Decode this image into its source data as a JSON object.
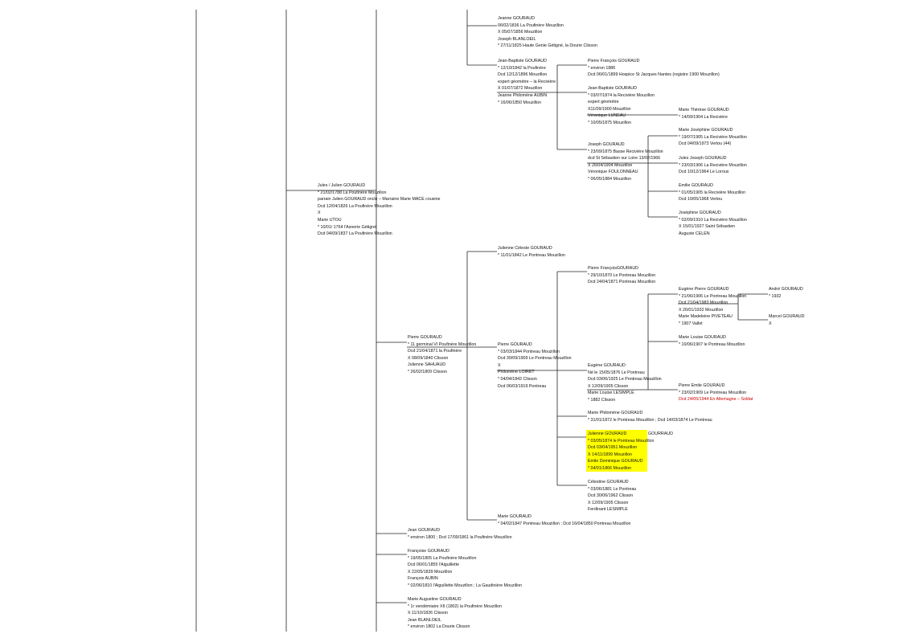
{
  "colors": {
    "line": "#222222",
    "highlight": "#ffff00",
    "death_red": "#cc0000",
    "text": "#111111"
  },
  "nodes": {
    "jeanne_1": [
      "Jeanne GOURAUD",
      "06/02/1836 La Poufinère Mouzillon",
      "X 05/07/1856 Mouzillon",
      "Joseph BLANLOEIL",
      "* 27/11/1825 Haute Genie Gétigné, la Dourie Clisson"
    ],
    "jean_baptiste_1": [
      "Jean-Baptiste GOURAUD",
      "* 12/10/1842 la Poufinère",
      "Dcd 12/12/1896 Mouzillon",
      "expert géomètre – la Recivière",
      "X 01/07/1872 Mouzillon",
      "Jeanne Philomène AUBIN",
      "* 16/06/1850 Mouzillon"
    ],
    "pierre_francois_1": [
      "Pierre François GOURAUD",
      "* environ 1886",
      "Dcd 06/01/1899 Hospice St Jacques Nantes (registre 1900 Mouzillon)"
    ],
    "jean_baptiste_2": [
      "Jean-Baptiste GOURAUD",
      "* 03/07/1874 la Recivière Mouzillon",
      "expert géomètre",
      "X11/09/1900 Mouzillon",
      "Véronique LUNEAU",
      "* 10/05/1875 Mouzillon"
    ],
    "marie_therese": [
      "Marie Thérèse GOURAUD",
      "* 14/09/1904 La Recivière"
    ],
    "joseph_1": [
      "Joseph GOURAUD",
      "* 23/09/1875 Basse Recivière Mouzillon",
      "dcd St Sébastien sur Loire 13/02/1966",
      "X 26/04/1904 Mouzillon",
      "Véronique FOULONNEAU",
      "* 06/05/1884 Mouzillon"
    ],
    "marie_josephine": [
      "Marie Joséphine GOURAUD",
      "* 19/07/1905 La Recivière Mouzillon",
      "Dcd 04/09/1973 Vertou (44)"
    ],
    "jules_joseph": [
      "Jules Joseph GOURAUD",
      "* 23/03/1906 La Recivière Mouzillon",
      "Dcd 10/12/1964 Le Loroux"
    ],
    "emilie": [
      "Emilie GOURAUD",
      "* 01/05/1905 la Recivière Mouzillon",
      "Dcd 10/05/1968 Vertou"
    ],
    "josephine": [
      "Joséphine GOURAUD",
      "* 02/09/1910 La Recivière Mouzillon",
      "X 15/01/1927 Saint Sébastien",
      "Auguste CELEN"
    ],
    "jules_julien": [
      "Jules  / Julien GOURAUD",
      "* 21/02/1788 La Poufinère Mouzillon",
      "parrain Julien GOURAUD oncle – Marraine Marie MACE cousine",
      "Dcd  12/04/1826 La Poufinère Mouzillon",
      "X",
      "Marie UTOU",
      "* 10/01/ 1764 l'Asnerie Gétigné",
      "Dcd 04/09/1837 La Poufinère Mouzillon"
    ],
    "julienne_celeste": [
      "Julienne Céleste GOURAUD",
      "* 11/01/1842 Le Pontreau Mouzillon"
    ],
    "pierre_francois_2": [
      "Pierre FrançoisGOURAUD",
      "* 29/10/1870 Le Pontreau Mouzillon",
      "Dcd 24/04/1871 Pontreau Mouzillon"
    ],
    "eugene_pierre": [
      "Eugène Pierre GOURAUD",
      "* 21/06/1906 Le Pontreau Mouzillon",
      "Dcd 21/04/1983 Mouzillon",
      "X 26/01/1932 Mouzillon",
      "Marie Madeleine PIVETEAU",
      "* 1907 Vallet"
    ],
    "andre": [
      "André GOURAUD",
      "* 1932"
    ],
    "marcel": [
      "Marcel GOURAUD",
      "X"
    ],
    "marie_louise": [
      "Marie Louise GOURAUD",
      "* 10/06/1907 le Pontreau Mouzillon"
    ],
    "pierre_gen": [
      "Pierre GOURAUD",
      "* 11 germinal VI Poufinère Mouzillon",
      "Dcd 21/04/1871 la Poufinère",
      "X 08/09/1840 Clisson",
      "Julienne SAHUAUD",
      "* 26/02/1809 Clisson"
    ],
    "pierre_2": [
      "Pierre GOURAUD",
      "* 03/03/1844 Pontreau Mouzillon",
      "Dcd 30/09/1909 Le Pontreau Mouzillon",
      "X",
      "Philomène LOIRET",
      "* 04/04/1842 Clisson",
      "Dcd 06/03/1919 Pontreau"
    ],
    "eugene": [
      "Eugène GOURAUD",
      "Né le 15/05/1876 Le Pontreau",
      "Dcd 03/06/1925  Le Pontreau Mouzillon",
      "X 12/09/1905 Clisson",
      "Marie Louise LESIMPLE",
      "* 1882 Clisson"
    ],
    "pierre_emile": [
      "Pierre Emile GOURAUD",
      "* 23/02/1909 Le Pontreau Mouzillon"
    ],
    "pierre_emile_death": "Dcd 24/05/1944 En Allemagne – Soldat",
    "marie_philomene": [
      "Marie Philomène GOURAUD",
      "* 31/01/1872 le Pontreau Mouzillon ; Dcd 14/03/1874 Le Pontreau"
    ],
    "julienne_hl": [
      "Julienne GOURAUD",
      "* 03/05/1874 le Pontreau Mouzillon",
      "Dcd 03/04/1951 Mouzillon",
      "X 14/11/1899 Mouzillon",
      "Emile Dominique GOURAUD",
      "* 04/01/1866 Mouzillon"
    ],
    "gourraud_label": [
      "GOURRAUD"
    ],
    "celestine": [
      "Célestine GOURAUD",
      "* 03/06/1881 Le Pontreau",
      "Dcd 30/06/1962 Clisson",
      "X 12/09/1905 Clisson",
      "Ferdinant LESIMPLE"
    ],
    "marie_g": [
      "Marie GOURAUD",
      "* 04/02/1847 Pontreau Mouzillon ; Dcd 16/04/1850 Pontreau Mouzillon"
    ],
    "jean_g": [
      "Jean GOURAUD",
      "* environ 1800 ; Dcd 17/09/1861 la Poufinère Mouzillon"
    ],
    "francoise": [
      "Françoise GOURAUD",
      "* 19/05/1805 La Poufinère Mouzillon",
      "Dcd 06/01/1855 l'Aiguillette",
      "X 22/05/1839 Mouzillon",
      "François AUBIN",
      "* 02/06/1810 l'Aiguillette Mouzillon ; La Gaudinière Mouzillon"
    ],
    "marie_augustine": [
      "Marie Augustine GOURAUD",
      "*  1r vendémiaire XII (1802) la Poufinère Mouzillon",
      "X 11/10/1826 Clisson",
      "Jean BLANLOEIL",
      "* environ 1802 La Dourie Clisson"
    ]
  }
}
